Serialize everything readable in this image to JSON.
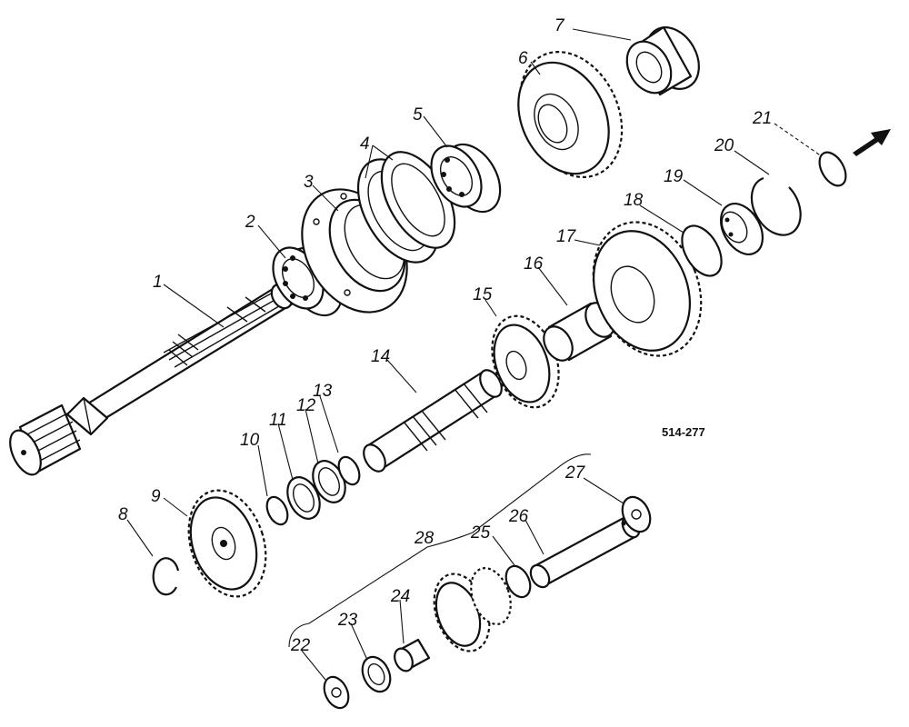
{
  "figure": {
    "reference_code": "514-277",
    "callouts": [
      "1",
      "2",
      "3",
      "4",
      "5",
      "6",
      "7",
      "8",
      "9",
      "10",
      "11",
      "12",
      "13",
      "14",
      "15",
      "16",
      "17",
      "18",
      "19",
      "20",
      "21",
      "22",
      "23",
      "24",
      "25",
      "26",
      "27",
      "28"
    ]
  },
  "colors": {
    "ink": "#111111",
    "paper": "#ffffff"
  },
  "icons": {
    "direction": "arrow-right-up-icon"
  }
}
